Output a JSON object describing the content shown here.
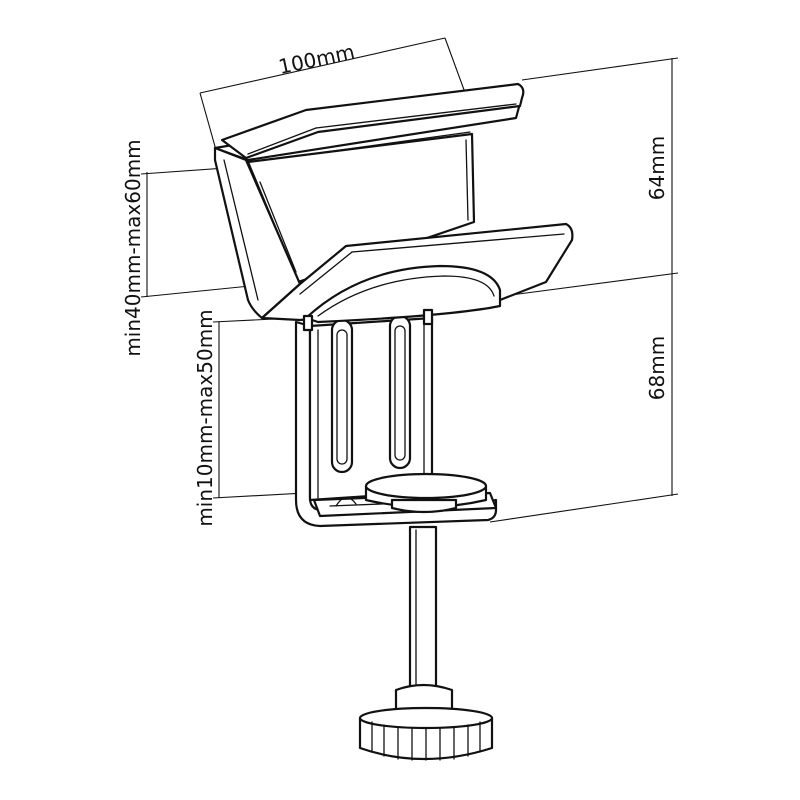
{
  "dimensions": {
    "width_top": "100mm",
    "height_upper": "64mm",
    "height_lower": "68mm",
    "opening_upper": "min40mm-max60mm",
    "opening_lower": "min10mm-max50mm"
  }
}
